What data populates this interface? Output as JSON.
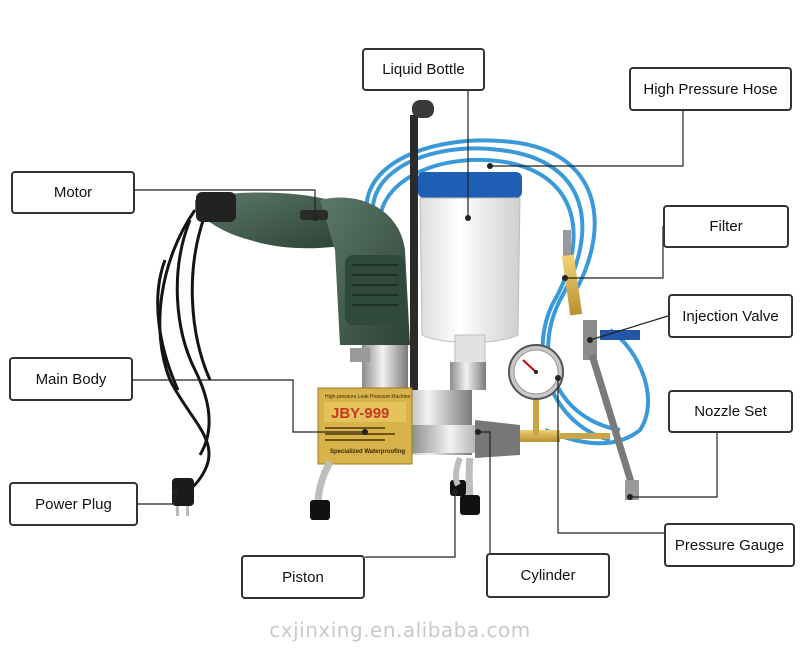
{
  "labels": {
    "liquid_bottle": "Liquid Bottle",
    "high_pressure_hose": "High Pressure Hose",
    "motor": "Motor",
    "filter": "Filter",
    "injection_valve": "Injection Valve",
    "main_body": "Main Body",
    "nozzle_set": "Nozzle Set",
    "power_plug": "Power Plug",
    "pressure_gauge": "Pressure Gauge",
    "piston": "Piston",
    "cylinder": "Cylinder"
  },
  "nameplate": {
    "model": "JBY-999",
    "heading": "High-pressure Leak Pressure Machine",
    "specialized": "Specialized Waterproofing"
  },
  "watermark": "cxjinxing.en.alibaba.com",
  "colors": {
    "hose": "#3a9ad9",
    "motor_body": "#3f5b4c",
    "nameplate": "#d8b24a",
    "model_text": "#c23a2a",
    "bottle_cap": "#1e5fb5"
  }
}
